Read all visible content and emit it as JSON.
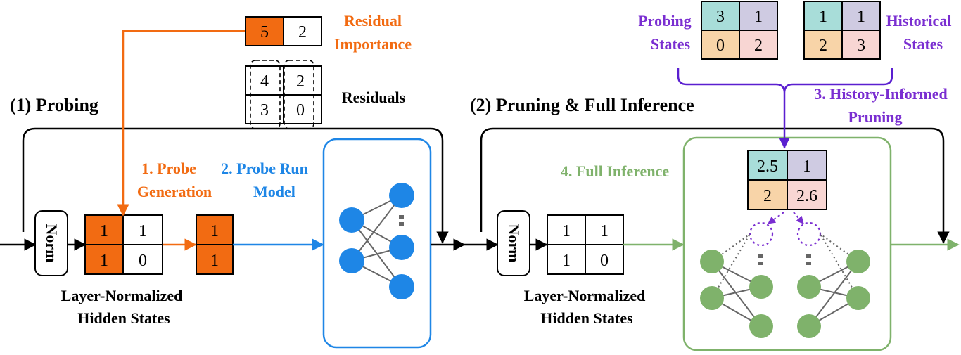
{
  "colors": {
    "orange": "#f26b12",
    "blue": "#1e86e6",
    "green": "#7fb26b",
    "purple": "#7a2ed1",
    "black": "#000000",
    "gray": "#666666",
    "cell_teal": "#a8ddd9",
    "cell_lavender": "#cfcbe2",
    "cell_peach": "#f8d4a8",
    "cell_pink": "#f8d6d3"
  },
  "icons": [
    "arrow-icon",
    "neuron-node-icon",
    "vertical-ellipsis-icon"
  ],
  "section_probing": {
    "title": "(1) Probing",
    "residual_importance": {
      "line1": "Residual",
      "line2": "Importance",
      "values": [
        "5",
        "2"
      ]
    },
    "residuals": {
      "label": "Residuals",
      "values": [
        [
          "4",
          "2"
        ],
        [
          "3",
          "0"
        ]
      ]
    },
    "norm_label": "Norm",
    "hidden_states": {
      "values": [
        [
          "1",
          "1"
        ],
        [
          "1",
          "0"
        ]
      ],
      "line1": "Layer-Normalized",
      "line2": "Hidden States"
    },
    "probe_values": [
      "1",
      "1"
    ],
    "step1": {
      "line1": "1. Probe",
      "line2": "Generation"
    },
    "step2": {
      "line1": "2. Probe Run",
      "line2": "Model"
    }
  },
  "section_pruning": {
    "title": "(2) Pruning & Full Inference",
    "probing_states": {
      "line1": "Probing",
      "line2": "States",
      "values": [
        [
          "3",
          "1"
        ],
        [
          "0",
          "2"
        ]
      ]
    },
    "historical_states": {
      "line1": "Historical",
      "line2": "States",
      "values": [
        [
          "1",
          "1"
        ],
        [
          "2",
          "3"
        ]
      ]
    },
    "step3": {
      "line1": "3. History-Informed",
      "line2": "Pruning"
    },
    "step4": {
      "label": "4. Full Inference"
    },
    "merged_values": [
      [
        "2.5",
        "1"
      ],
      [
        "2",
        "2.6"
      ]
    ],
    "norm_label": "Norm",
    "hidden_states": {
      "values": [
        [
          "1",
          "1"
        ],
        [
          "1",
          "0"
        ]
      ],
      "line1": "Layer-Normalized",
      "line2": "Hidden States"
    }
  }
}
